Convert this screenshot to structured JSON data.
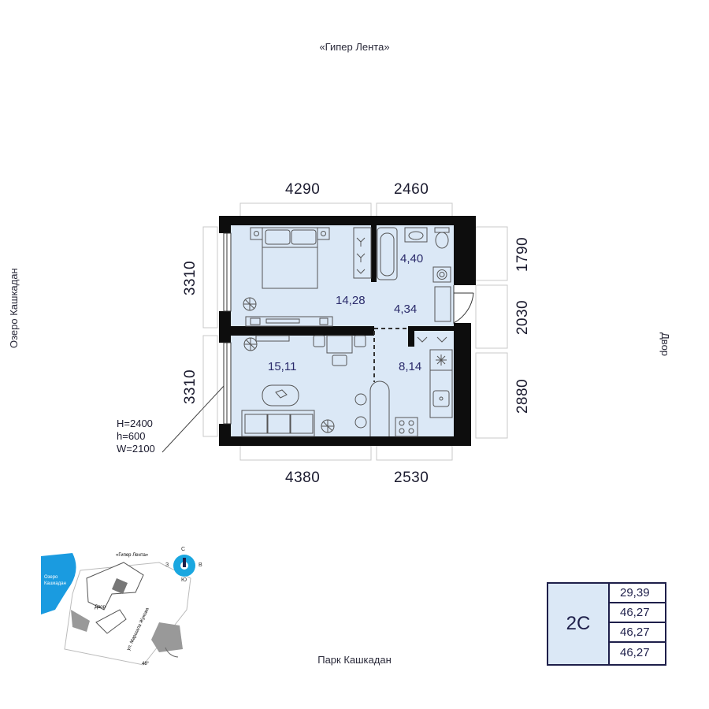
{
  "surroundings": {
    "top": "«Гипер Лента»",
    "bottom": "Парк Кашкадан",
    "left": "Озеро Кашкадан",
    "right": "Двор"
  },
  "dimensions": {
    "top_left": "4290",
    "top_right": "2460",
    "bottom_left": "4380",
    "bottom_right": "2530",
    "left_upper": "3310",
    "left_lower": "3310",
    "right_top": "1790",
    "right_middle": "2030",
    "right_bottom": "2880"
  },
  "rooms": {
    "bedroom": "14,28",
    "bathroom": "4,40",
    "hallway": "4,34",
    "living": "15,11",
    "kitchen": "8,14"
  },
  "window_note": {
    "height": "H=2400",
    "sill": "h=600",
    "width": "W=2100"
  },
  "site_plan": {
    "top_label": "«Гипер Лента»",
    "lake_label_1": "Озеро",
    "lake_label_2": "Кашкадан",
    "yard_label": "Двор",
    "street_label": "ул. Маршала Жукова",
    "angle_label": "48°",
    "compass": {
      "north": "С",
      "south": "Ю",
      "west": "З",
      "east": "В"
    }
  },
  "legend": {
    "type": "2С",
    "values": [
      "29,39",
      "46,27",
      "46,27",
      "46,27"
    ]
  },
  "colors": {
    "wall": "#0d0d0d",
    "room_fill": "#dbe8f6",
    "accent_navy": "#1e1f4a",
    "compass_blue": "#1aa7e0",
    "lake_blue": "#1a9be0"
  }
}
